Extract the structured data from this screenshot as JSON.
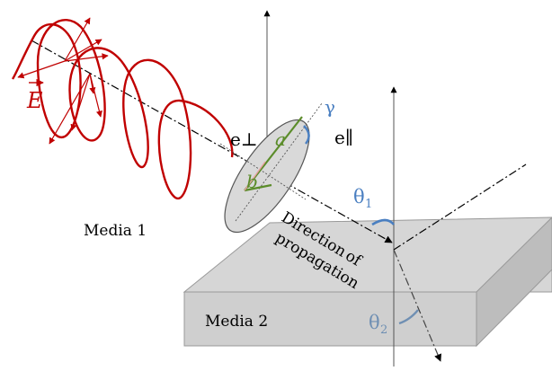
{
  "labels": {
    "field": "E",
    "e_perp": "e⊥",
    "e_par": "e∥",
    "a": "a",
    "b": "b",
    "gamma": "γ",
    "theta1": "θ",
    "theta1_sub": "1",
    "theta2": "θ",
    "theta2_sub": "2",
    "media1": "Media 1",
    "media2": "Media 2",
    "direction_line1": "Direction",
    "direction_line2": "of",
    "direction_line3": "propagation"
  },
  "colors": {
    "helix": "#c00000",
    "ellipse_axes": "#5b8c2a",
    "angle": "#4a7fc1",
    "theta2": "#6f8fb3",
    "slab_top": "#d6d6d6",
    "slab_front": "#cfcfcf",
    "slab_side": "#bdbdbd",
    "ellipse_fill": "#d9d9d9"
  }
}
